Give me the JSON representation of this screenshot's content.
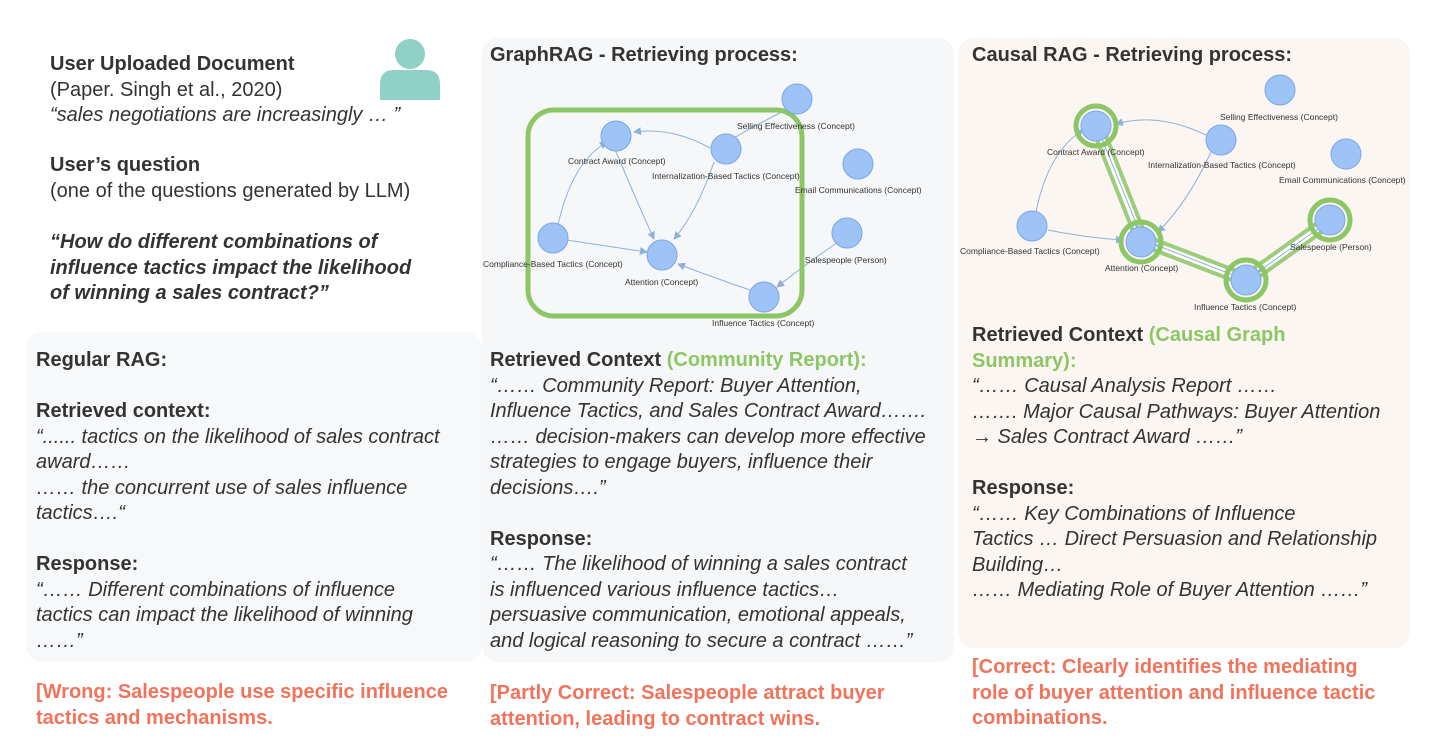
{
  "header": {
    "doc_title": "User Uploaded Document",
    "doc_source": "(Paper. Singh et al., 2020)",
    "doc_quote": "“sales negotiations are increasingly … ”",
    "question_title": "User’s question",
    "question_note": "(one of the questions generated by LLM)",
    "question_lines": [
      "“How do different combinations of",
      "influence tactics impact the likelihood",
      "of winning a sales contract?”"
    ]
  },
  "regular": {
    "title": "Regular RAG:",
    "context_title": "Retrieved context:",
    "context_lines": [
      "“...... tactics on the likelihood of sales contract",
      "award……",
      "…… the concurrent use of sales influence",
      "tactics….“"
    ],
    "response_title": "Response:",
    "response_lines": [
      "“…… Different combinations of influence",
      "tactics can impact the likelihood of winning",
      "……”"
    ],
    "verdict_lines": [
      "[Wrong: Salespeople use specific influence",
      "tactics and mechanisms."
    ]
  },
  "graphrag": {
    "title": "GraphRAG - Retrieving process:",
    "context_title": "Retrieved Context ",
    "context_highlight": "(Community Report):",
    "context_lines": [
      "“…… Community Report: Buyer Attention,",
      "Influence Tactics, and Sales Contract Award…….",
      "…… decision-makers can develop more effective",
      "strategies to engage buyers, influence their",
      "decisions….”"
    ],
    "response_title": "Response:",
    "response_lines": [
      "“…… The likelihood of winning a sales contract",
      "is influenced various influence tactics…",
      "persuasive communication, emotional appeals,",
      "and logical reasoning to secure a contract ……”"
    ],
    "verdict_lines": [
      "[Partly Correct: Salespeople attract buyer",
      "attention, leading to contract wins."
    ],
    "nodes": [
      "Selling Effectiveness (Concept)",
      "Contract Award (Concept)",
      "Internalization-Based Tactics (Concept)",
      "Email Communications (Concept)",
      "Compliance-Based Tactics (Concept)",
      "Attention (Concept)",
      "Salespeople (Person)",
      "Influence Tactics (Concept)"
    ]
  },
  "causal": {
    "title": "Causal RAG - Retrieving process:",
    "context_title": "Retrieved Context ",
    "context_highlight_1": "(Causal Graph",
    "context_highlight_2": "Summary):",
    "context_lines": [
      "“…… Causal Analysis Report ……",
      "……. Major Causal Pathways: Buyer Attention",
      "→ Sales Contract Award ……”"
    ],
    "response_title": "Response:",
    "response_lines": [
      "“…… Key Combinations of Influence",
      "Tactics … Direct Persuasion and Relationship",
      "Building…",
      "…… Mediating Role of Buyer Attention ……”"
    ],
    "verdict_lines": [
      "[Correct: Clearly identifies the mediating",
      "role of buyer attention and influence tactic",
      "combinations."
    ],
    "nodes": [
      "Selling Effectiveness (Concept)",
      "Contract Award (Concept)",
      "Internalization-Based Tactics (Concept)",
      "Email Communications (Concept)",
      "Compliance-Based Tactics (Concept)",
      "Attention (Concept)",
      "Salespeople (Person)",
      "Influence Tactics (Concept)"
    ]
  },
  "colors": {
    "highlight_green": "#8cc665",
    "verdict_red": "#f2735b",
    "node_blue": "#9ec3f7",
    "user_icon_teal": "#8fd1c6"
  },
  "icons": {
    "user": "user-icon"
  }
}
